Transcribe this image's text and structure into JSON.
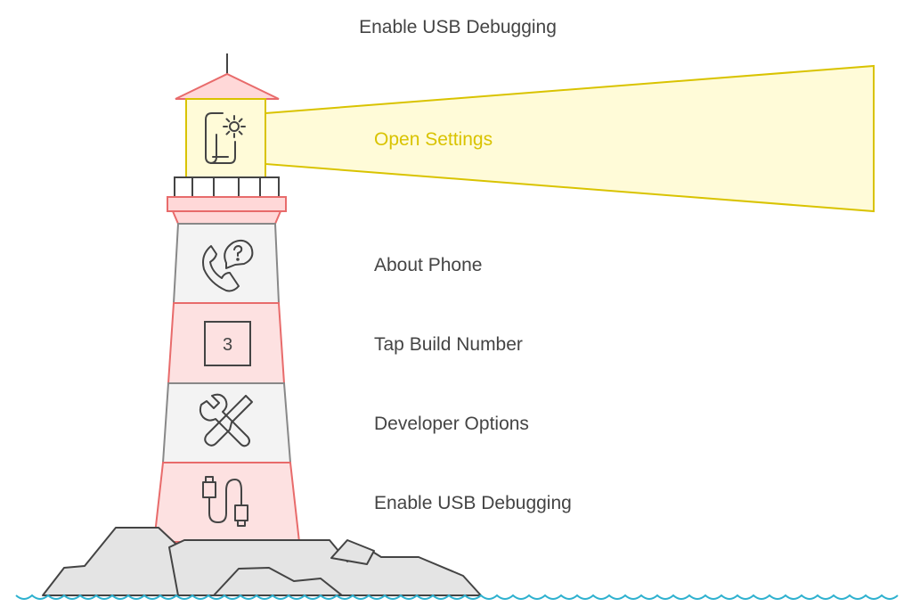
{
  "diagram": {
    "title": "Enable USB Debugging",
    "beam_step": {
      "label": "Open Settings",
      "icon": "phone-settings-icon",
      "color": "#d9c300",
      "fill": "#fffbd8"
    },
    "steps": [
      {
        "label": "About Phone",
        "icon": "phone-call-question-icon",
        "band_fill": "#f3f3f3",
        "band_stroke": "#888888"
      },
      {
        "label": "Tap Build Number",
        "icon": "number-tile-icon",
        "icon_text": "3",
        "band_fill": "#fde1e1",
        "band_stroke": "#e86b6b"
      },
      {
        "label": "Developer Options",
        "icon": "wrench-tools-icon",
        "band_fill": "#f3f3f3",
        "band_stroke": "#888888"
      },
      {
        "label": "Enable USB Debugging",
        "icon": "usb-cable-icon",
        "band_fill": "#fde1e1",
        "band_stroke": "#e86b6b"
      }
    ],
    "colors": {
      "roof_fill": "#ffd8d8",
      "roof_stroke": "#e86b6b",
      "lantern_fill": "#fffbd8",
      "lantern_stroke": "#d9c300",
      "rock_fill": "#e4e4e4",
      "rock_stroke": "#444444",
      "wave_stroke": "#2eb1cf",
      "text": "#444444"
    }
  }
}
